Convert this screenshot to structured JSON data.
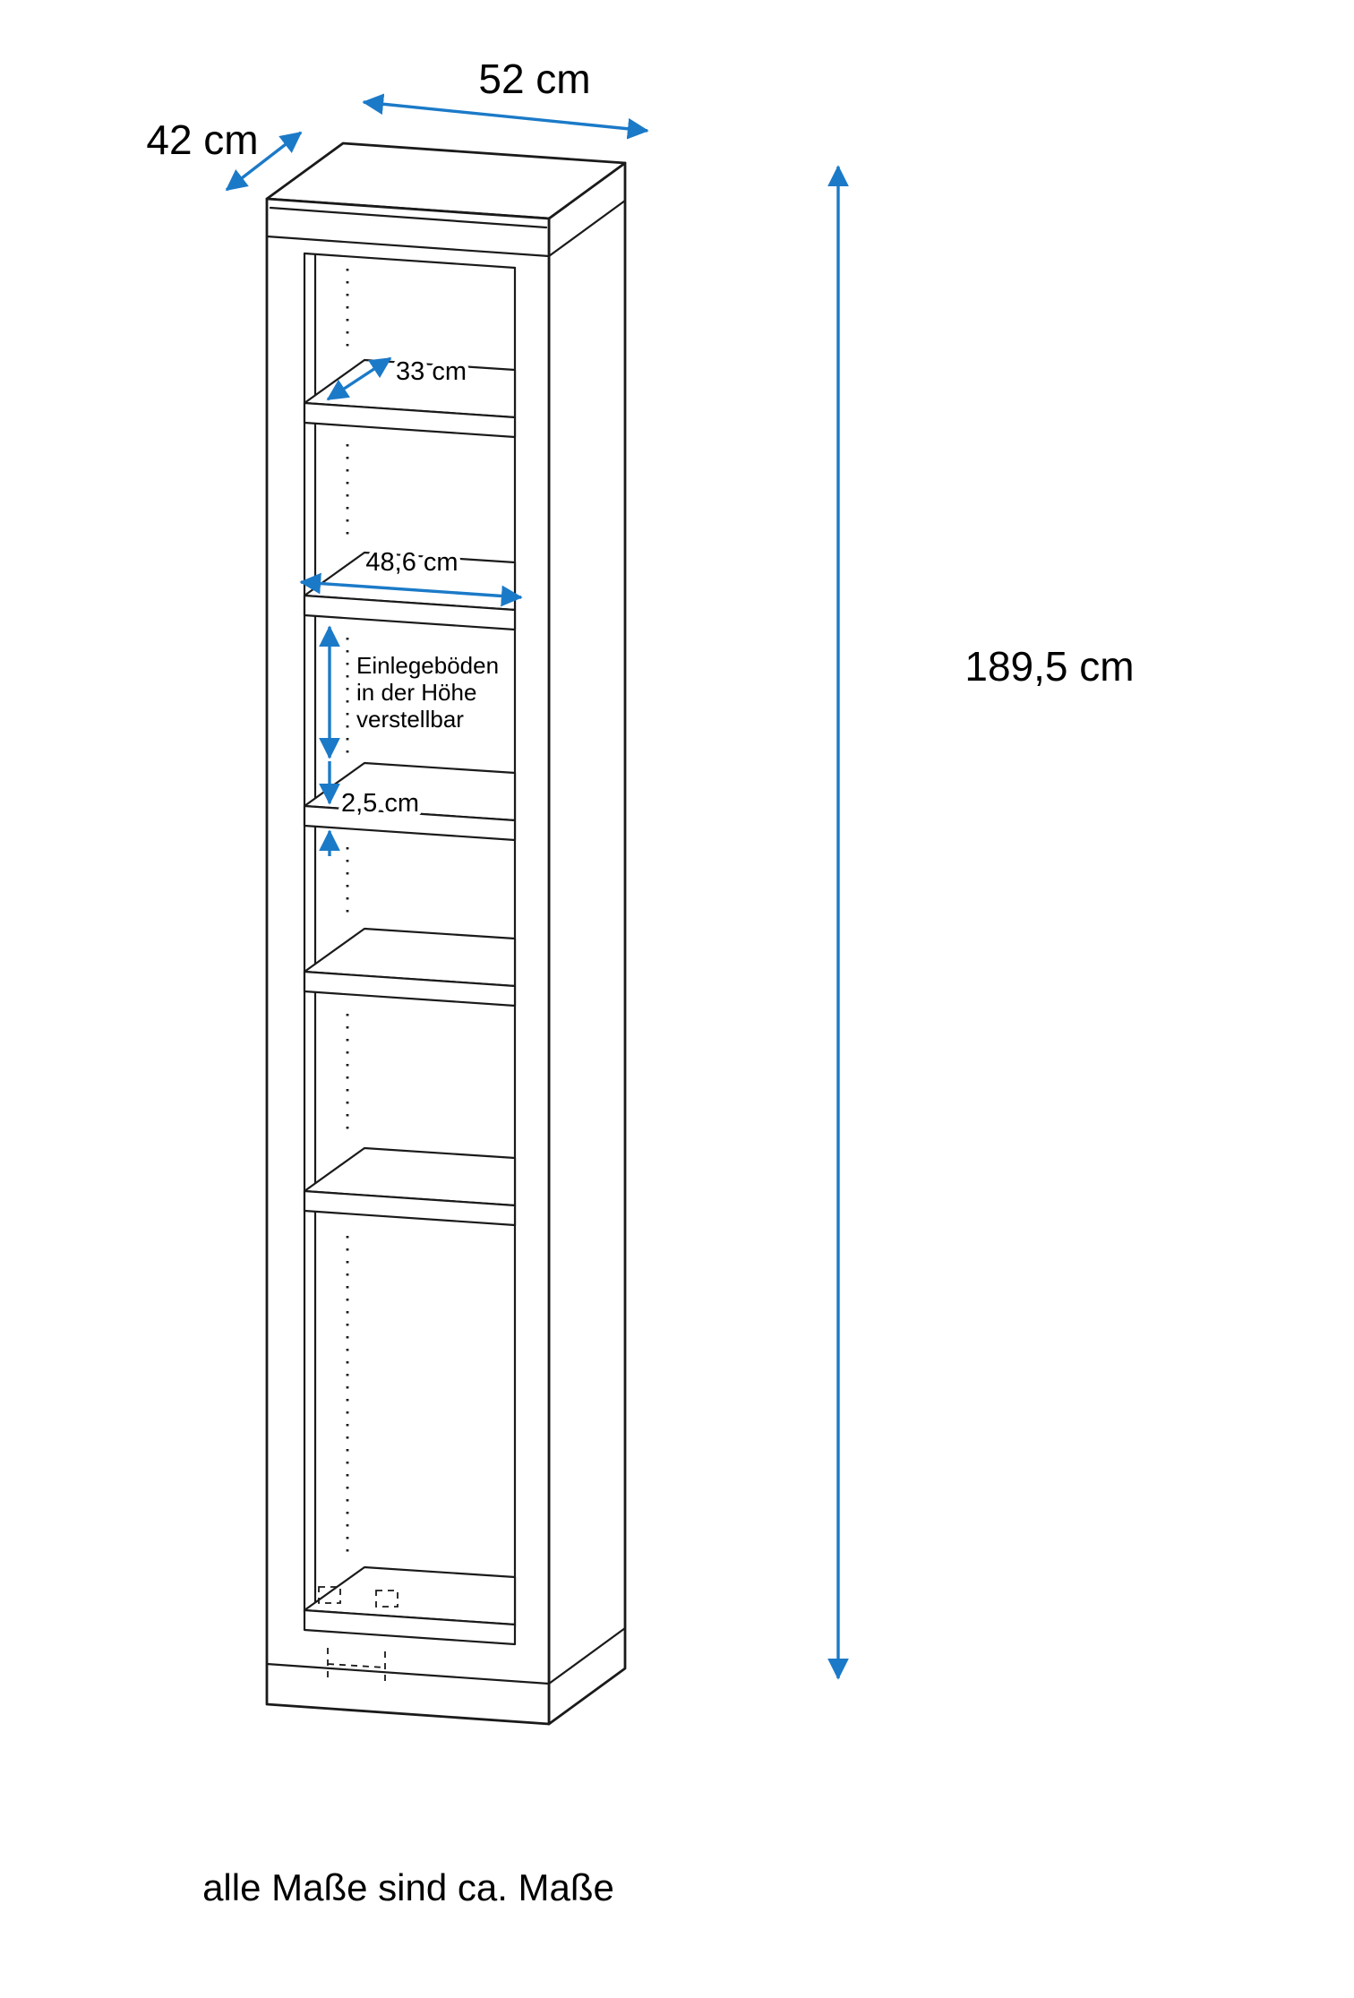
{
  "diagram": {
    "labels": {
      "width": "52 cm",
      "depth": "42 cm",
      "shelf_depth": "33 cm",
      "inner_width": "48,6 cm",
      "height": "189,5 cm",
      "shelf_note_line1": "Einlegeböden",
      "shelf_note_line2": "in der Höhe",
      "shelf_note_line3": "verstellbar",
      "shelf_step": "2,5 cm"
    },
    "footnote": "alle Maße sind ca. Maße",
    "colors": {
      "line": "#1a1a1a",
      "dimension": "#1b7ac8",
      "background": "#ffffff"
    }
  }
}
